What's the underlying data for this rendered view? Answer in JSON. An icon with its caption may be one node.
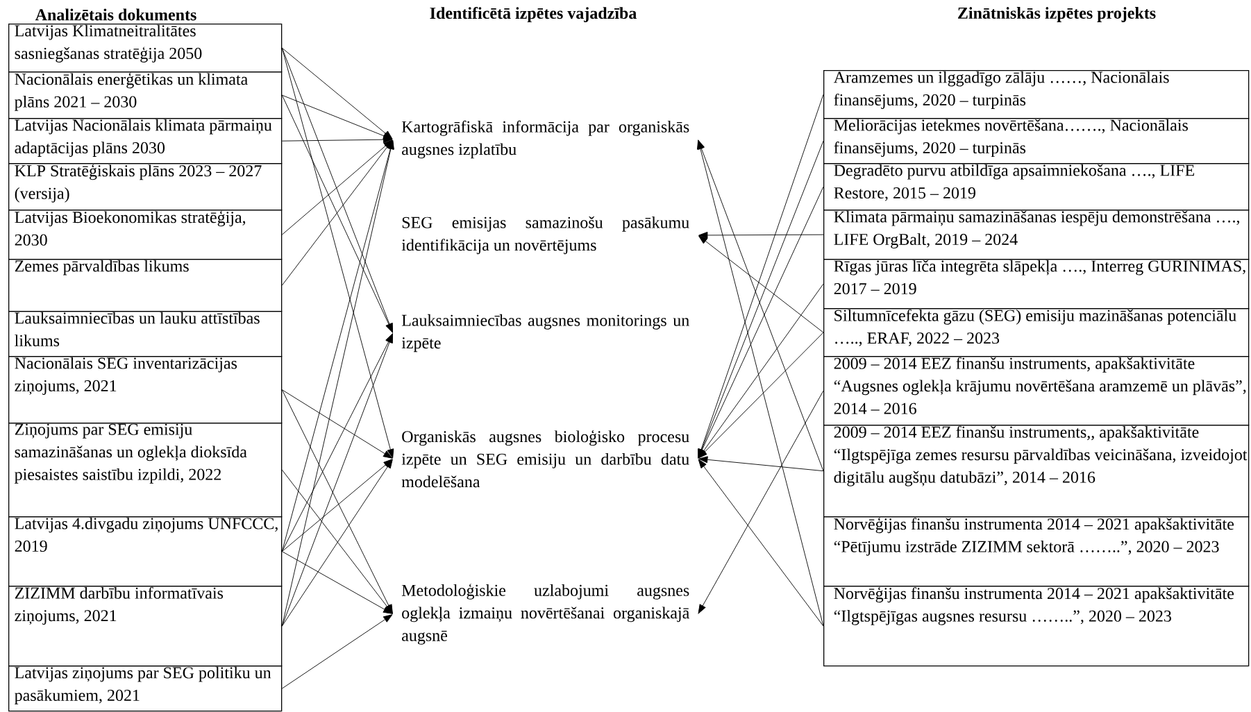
{
  "diagram": {
    "labels": [
      "Analizētais dokuments",
      "Identificētā izpētes vajadzība",
      "Zinātniskās izpētes projekts"
    ],
    "nodes": [
      {
        "text": [
          "Latvijas Klimatneitralitātes sasniegšanas stratēģija 2050"
        ]
      },
      {
        "text": [
          "Nacionālais enerģētikas un klimata plāns 2021 – 2030"
        ]
      },
      {
        "text": [
          "Latvijas Nacionālais klimata pārmaiņu adaptācijas plāns 2030"
        ]
      },
      {
        "text": [
          "KLP Stratēģiskais plāns 2023 – 2027 (versija)"
        ]
      },
      {
        "text": [
          "Latvijas Bioekonomikas stratēģija, 2030"
        ]
      },
      {
        "text": [
          "Zemes pārvaldības likums"
        ]
      },
      {
        "text": [
          "Lauksaimniecības un lauku attīstības likums"
        ]
      },
      {
        "text": [
          "Nacionālais SEG inventarizācijas ziņojums, 2021"
        ]
      },
      {
        "text": [
          "Ziņojums par SEG emisiju samazināšanas un oglekļa dioksīda piesaistes saistību izpildi, 2022"
        ]
      },
      {
        "text": [
          "Latvijas 4.divgadu ziņojums UNFCCC, 2019"
        ]
      },
      {
        "text": [
          "ZIZIMM darbību informatīvais ziņojums, 2021"
        ]
      },
      {
        "text": [
          "Latvijas ziņojums par SEG politiku un pasākumiem, 2021"
        ]
      },
      {
        "text": [
          "Kartogrāfiskā informācija par organiskās augsnes izplatību"
        ]
      },
      {
        "text": [
          "SEG emisijas samazinošu pasākumu identifikācija un novērtējums"
        ]
      },
      {
        "text": [
          "Lauksaimniecības augsnes monitorings un izpēte"
        ]
      },
      {
        "text": [
          "Organiskās augsnes bioloģisko procesu izpēte un SEG emisiju un darbību datu modelēšana"
        ]
      },
      {
        "text": [
          "Metodoloģiskie uzlabojumi augsnes oglekļa izmaiņu novērtēšanai organiskajā augsnē"
        ]
      },
      {
        "text": [
          "Aramzemes un ilggadīgo zālāju ……, Nacionālais finansējums, 2020 – turpinās"
        ]
      },
      {
        "text": [
          "Meliorācijas ietekmes novērtēšana……., Nacionālais finansējums, 2020 – turpinās"
        ]
      },
      {
        "text": [
          "Degradēto purvu atbildīga apsaimniekošana …., LIFE Restore, 2015 – 2019"
        ]
      },
      {
        "text": [
          "Klimata pārmaiņu samazināšanas iespēju demonstrēšana …., LIFE OrgBalt, 2019 – 2024"
        ]
      },
      {
        "text": [
          "Rīgas jūras līča integrēta slāpekļa …., Interreg GURINIMAS, 2017 – 2019"
        ]
      },
      {
        "text": [
          "Siltumnīcefekta gāzu (SEG) emisiju mazināšanas potenciālu ….., ERAF, 2022 – 2023"
        ]
      },
      {
        "text": [
          "2009 – 2014 EEZ finanšu instruments, apakšaktivitāte “Augsnes oglekļa krājumu novērtēšana aramzemē un plāvās”, 2014 – 2016"
        ]
      },
      {
        "text": [
          "2009 – 2014 EEZ finanšu instruments,, apakšaktivitāte “Ilgtspējīga zemes resursu pārvaldības veicināšana, izveidojot digitālu augšņu datubāzi”, 2014 – 2016"
        ]
      },
      {
        "text": [
          "Norvēģijas finanšu instrumenta 2014 – 2021 apakšaktivitāte “Pētījumu izstrāde ZIZIMM sektorā ……..”, 2020 – 2023"
        ]
      },
      {
        "text": [
          "Norvēģijas finanšu instrumenta 2014 – 2021 apakšaktivitāte “Ilgtspējīgas augsnes resursu ……..”, 2020 – 2023"
        ]
      }
    ],
    "edges": [
      {
        "from": 0,
        "to": 12,
        "arrow": "to"
      },
      {
        "from": 0,
        "to": 14,
        "arrow": "to"
      },
      {
        "from": 0,
        "to": 15,
        "arrow": "to"
      },
      {
        "from": 1,
        "to": 12,
        "arrow": "to"
      },
      {
        "from": 1,
        "to": 14,
        "arrow": "to"
      },
      {
        "from": 2,
        "to": 12,
        "arrow": "to"
      },
      {
        "from": 4,
        "to": 12,
        "arrow": "to"
      },
      {
        "from": 5,
        "to": 12,
        "arrow": "to"
      },
      {
        "from": 7,
        "to": 15,
        "arrow": "to"
      },
      {
        "from": 7,
        "to": 16,
        "arrow": "to"
      },
      {
        "from": 8,
        "to": 16,
        "arrow": "to"
      },
      {
        "from": 9,
        "to": 12,
        "arrow": "to"
      },
      {
        "from": 9,
        "to": 14,
        "arrow": "to"
      },
      {
        "from": 9,
        "to": 15,
        "arrow": "to"
      },
      {
        "from": 9,
        "to": 16,
        "arrow": "to"
      },
      {
        "from": 10,
        "to": 12,
        "arrow": "to"
      },
      {
        "from": 10,
        "to": 14,
        "arrow": "to"
      },
      {
        "from": 10,
        "to": 15,
        "arrow": "to"
      },
      {
        "from": 11,
        "to": 16,
        "arrow": "to"
      },
      {
        "from": 17,
        "to": 15,
        "arrow": "to"
      },
      {
        "from": 18,
        "to": 15,
        "arrow": "to"
      },
      {
        "from": 19,
        "to": 15,
        "arrow": "to"
      },
      {
        "from": 20,
        "to": 13,
        "arrow": "to"
      },
      {
        "from": 21,
        "to": 15,
        "arrow": "to"
      },
      {
        "from": 22,
        "to": 13,
        "arrow": "to"
      },
      {
        "from": 22,
        "to": 15,
        "arrow": "to"
      },
      {
        "from": 23,
        "to": 16,
        "arrow": "to"
      },
      {
        "from": 24,
        "to": 15,
        "arrow": "to"
      },
      {
        "from": 24,
        "to": 12,
        "arrow": "to"
      },
      {
        "from": 26,
        "to": 15,
        "arrow": "to"
      },
      {
        "from": 26,
        "to": 12,
        "arrow": "to"
      }
    ]
  }
}
